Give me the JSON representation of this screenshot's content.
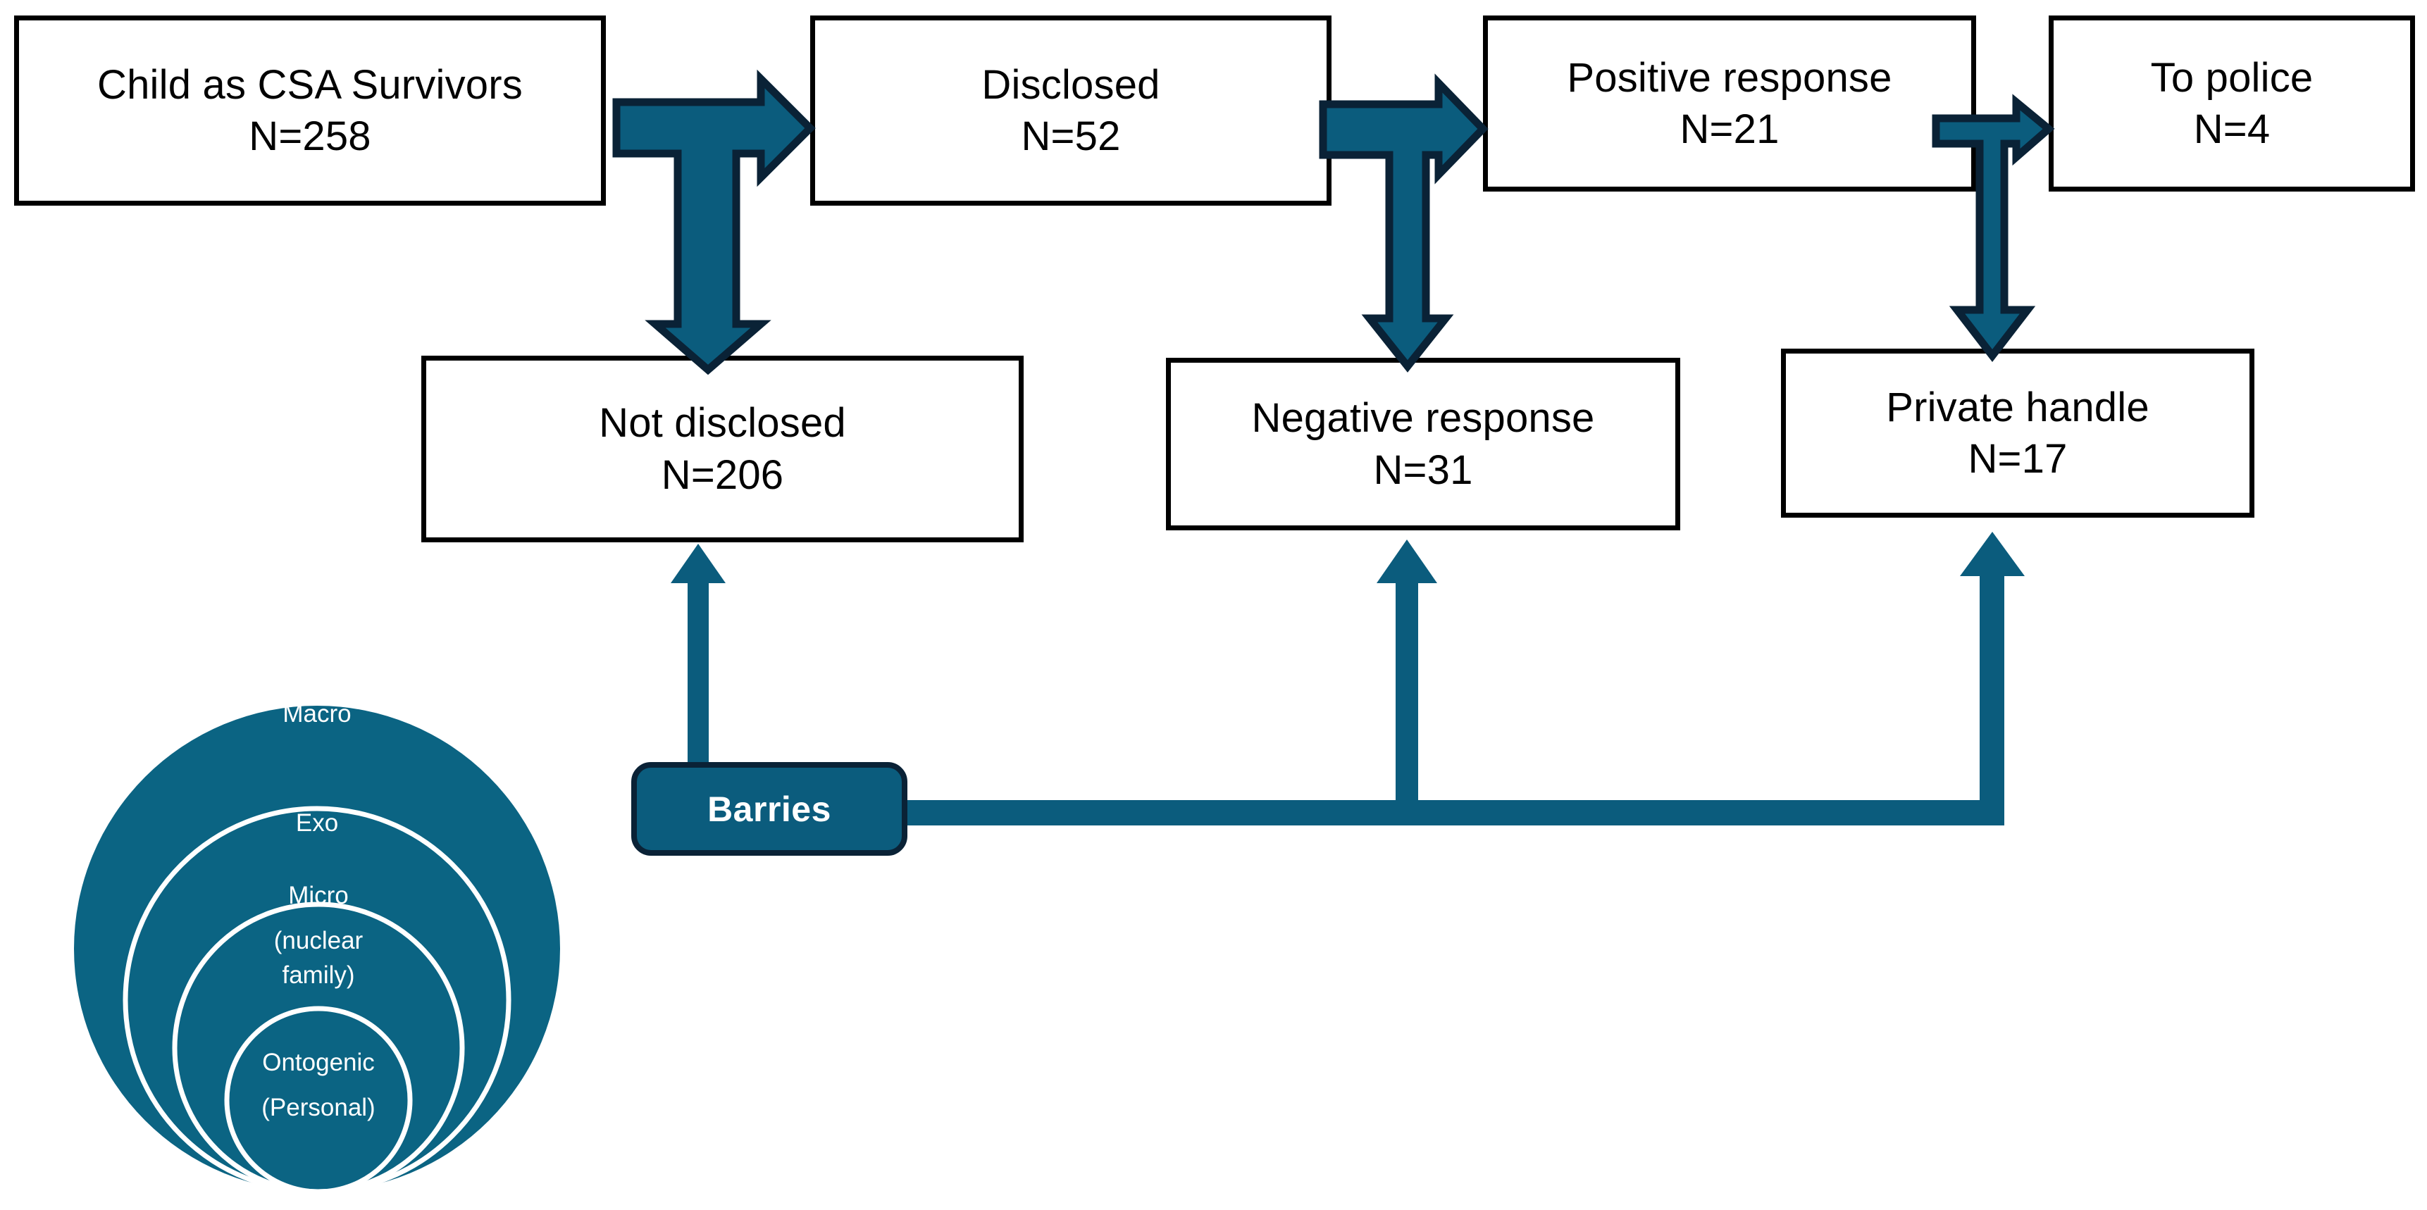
{
  "diagram": {
    "title": "CSA survivor disclosure flow with ecological barriers",
    "colors": {
      "box_border": "#000000",
      "box_fill": "#ffffff",
      "text": "#000000",
      "teal_fill": "#0B5C7D",
      "teal_outline": "#0A2236",
      "circle_fill": "#0B6483",
      "circle_stroke": "#ffffff",
      "circle_label": "#ffffff",
      "background": "#ffffff"
    },
    "nodes": [
      {
        "id": "survivors",
        "label": "Child as CSA Survivors",
        "count": "N=258"
      },
      {
        "id": "disclosed",
        "label": "Disclosed",
        "count": "N=52"
      },
      {
        "id": "positive-response",
        "label": "Positive response",
        "count": "N=21"
      },
      {
        "id": "to-police",
        "label": "To police",
        "count": "N=4"
      },
      {
        "id": "not-disclosed",
        "label": "Not disclosed",
        "count": "N=206"
      },
      {
        "id": "negative-response",
        "label": "Negative response",
        "count": "N=31"
      },
      {
        "id": "private-handle",
        "label": "Private handle",
        "count": "N=17"
      }
    ],
    "barrier": {
      "label": "Barries"
    },
    "ecological_model": {
      "rings": [
        {
          "id": "macro",
          "lines": [
            "Macro"
          ]
        },
        {
          "id": "exo",
          "lines": [
            "Exo"
          ]
        },
        {
          "id": "micro",
          "lines": [
            "Micro",
            "(nuclear",
            "family)"
          ]
        },
        {
          "id": "ontogenic",
          "lines": [
            "Ontogenic",
            "(Personal)"
          ]
        }
      ]
    }
  },
  "chart_data": {
    "type": "diagram",
    "title": "CSA survivor disclosure flow",
    "nodes": [
      {
        "name": "Child as CSA Survivors",
        "value": 258
      },
      {
        "name": "Disclosed",
        "value": 52
      },
      {
        "name": "Not disclosed",
        "value": 206
      },
      {
        "name": "Positive response",
        "value": 21
      },
      {
        "name": "Negative response",
        "value": 31
      },
      {
        "name": "To police",
        "value": 4
      },
      {
        "name": "Private handle",
        "value": 17
      }
    ],
    "edges": [
      {
        "from": "Child as CSA Survivors",
        "to": "Disclosed"
      },
      {
        "from": "Child as CSA Survivors",
        "to": "Not disclosed"
      },
      {
        "from": "Disclosed",
        "to": "Positive response"
      },
      {
        "from": "Disclosed",
        "to": "Negative response"
      },
      {
        "from": "Positive response",
        "to": "To police"
      },
      {
        "from": "Positive response",
        "to": "Private handle"
      },
      {
        "from": "Barries",
        "to": "Not disclosed"
      },
      {
        "from": "Barries",
        "to": "Negative response"
      },
      {
        "from": "Barries",
        "to": "Private handle"
      }
    ],
    "annotations": [
      "Barries",
      "Macro",
      "Exo",
      "Micro (nuclear family)",
      "Ontogenic (Personal)"
    ]
  }
}
